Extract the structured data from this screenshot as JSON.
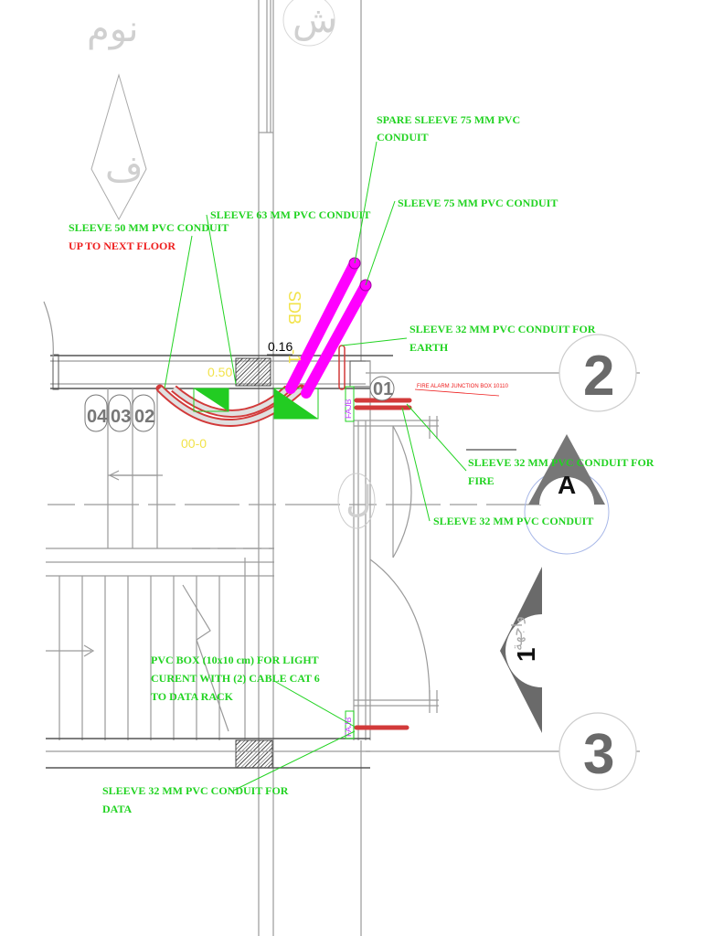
{
  "labels": {
    "spare_sleeve": [
      "SPARE SLEEVE 75 MM PVC",
      "CONDUIT"
    ],
    "sleeve_75": "SLEEVE 75 MM PVC CONDUIT",
    "sleeve_63": "SLEEVE 63 MM PVC CONDUIT",
    "sleeve_50": "SLEEVE 50 MM PVC CONDUIT",
    "sleeve_50_note": "UP TO NEXT FLOOR",
    "sleeve_32_earth": [
      "SLEEVE 32 MM PVC CONDUIT FOR",
      "EARTH"
    ],
    "fire_alarm_box": "FIRE ALARM JUNCTION BOX 10110",
    "sleeve_32_fire": [
      "SLEEVE 32 MM PVC CONDUIT FOR",
      "FIRE"
    ],
    "sleeve_32": "SLEEVE 32 MM PVC CONDUIT",
    "pvc_box": [
      "PVC BOX (10x10 cm) FOR LIGHT",
      "CURENT WITH (2) CABLE CAT 6",
      "TO DATA RACK"
    ],
    "sleeve_32_data": [
      "SLEEVE 32 MM PVC CONDUIT FOR",
      "DATA"
    ]
  },
  "dimensions": {
    "gap": "0.16",
    "sdb": "SDB",
    "sdb_sub": "-1",
    "width": "0.50",
    "yellow_note": "00-0"
  },
  "tags": {
    "fajb_top": "FAJB",
    "fajb_bottom": "FAJB",
    "circle_01": "01",
    "circle_04": "04",
    "circle_03": "03",
    "circle_02": "02"
  },
  "grid": {
    "grid_2": "2",
    "grid_3": "3",
    "section_a": "A",
    "section_1": "1"
  },
  "room_names": {
    "top_left": "نوم",
    "top_center": "ش",
    "diamond": "ف",
    "corridor": "ل",
    "facade": "واجهة"
  },
  "colors": {
    "annotation": "#22d322",
    "note_red": "#ee1c1c",
    "conduit_magenta": "#ff00ff",
    "conduit_red": "#d23a3a",
    "fill_green": "#22cc22",
    "dimension_yellow": "#f2e34a"
  }
}
